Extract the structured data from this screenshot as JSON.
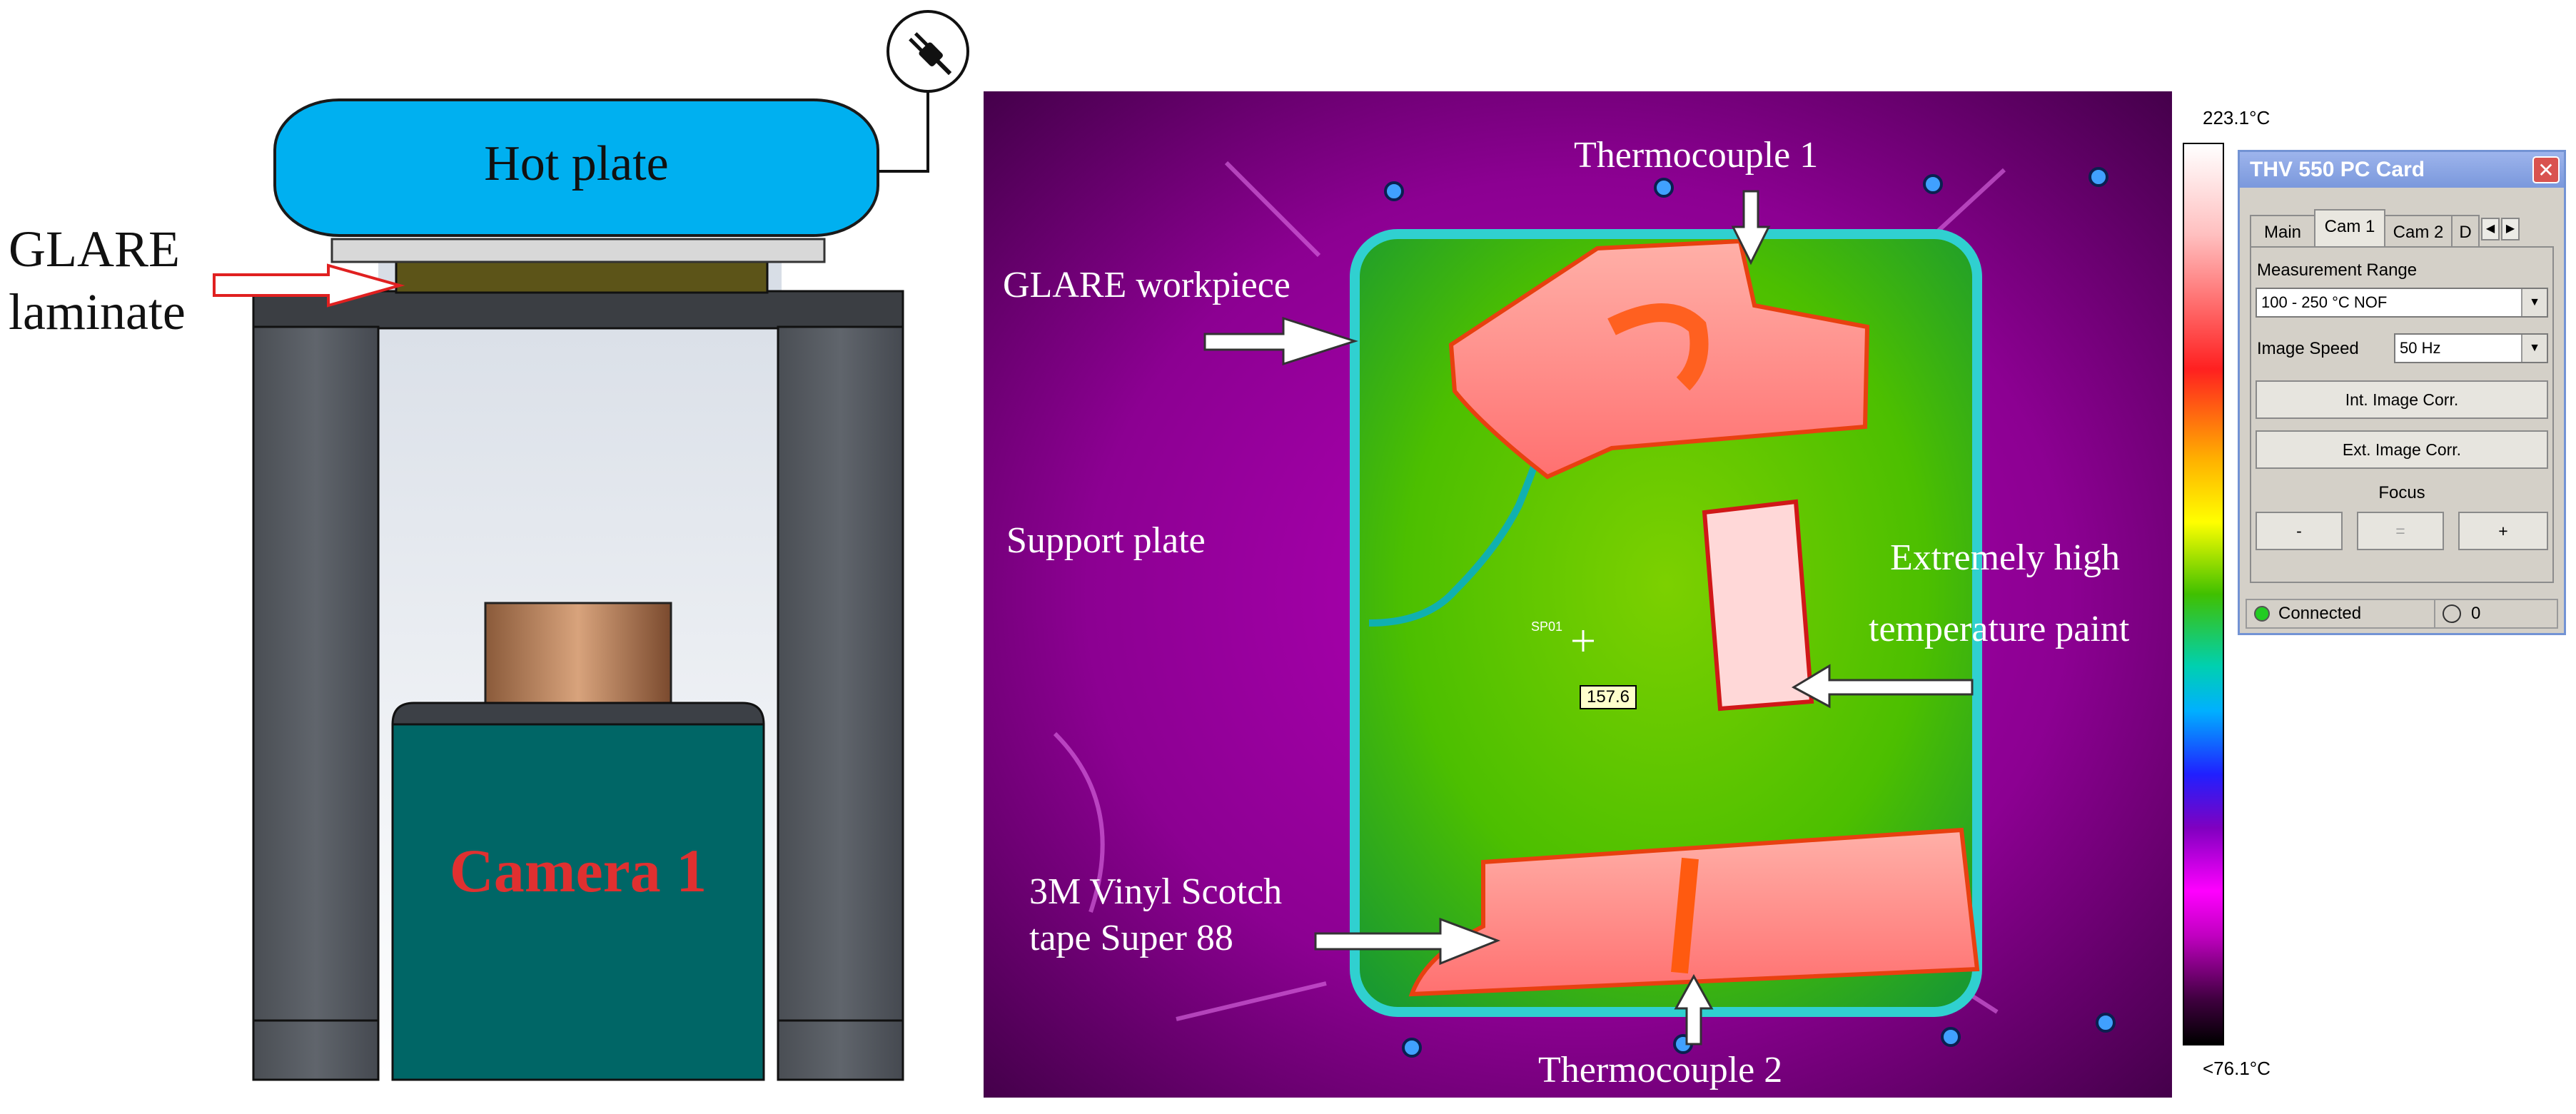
{
  "left_diagram": {
    "hot_plate_label": "Hot plate",
    "glare_label_line1": "GLARE",
    "glare_label_line2": "laminate",
    "camera_label": "Camera 1",
    "power_icon": "plug-icon"
  },
  "thermal_image": {
    "thermocouple1": "Thermocouple 1",
    "thermocouple2": "Thermocouple 2",
    "glare_workpiece": "GLARE workpiece",
    "support_plate": "Support plate",
    "paint_line1": "Extremely high",
    "paint_line2": "temperature paint",
    "tape_line1": "3M Vinyl Scotch",
    "tape_line2": "tape Super 88",
    "spot_label": "SP01",
    "spot_value": "157.6"
  },
  "scale": {
    "max_label": "223.1°C",
    "min_label": "<76.1°C"
  },
  "control_window": {
    "title": "THV 550 PC Card",
    "close": "✕",
    "tabs": [
      "Main",
      "Cam 1",
      "Cam 2",
      "D"
    ],
    "active_tab": "Cam 1",
    "measurement_range_label": "Measurement Range",
    "measurement_range_value": "100 - 250 °C NOF",
    "image_speed_label": "Image Speed",
    "image_speed_value": "50 Hz",
    "int_corr": "Int. Image Corr.",
    "ext_corr": "Ext. Image Corr.",
    "focus_label": "Focus",
    "focus_minus": "-",
    "focus_equal": "=",
    "focus_plus": "+",
    "status": "Connected",
    "counter": "0"
  },
  "colors": {
    "hot_plate": "#00b0f0",
    "camera_body": "#006666",
    "camera_text": "#e03030",
    "arrow_red": "#e02020"
  }
}
